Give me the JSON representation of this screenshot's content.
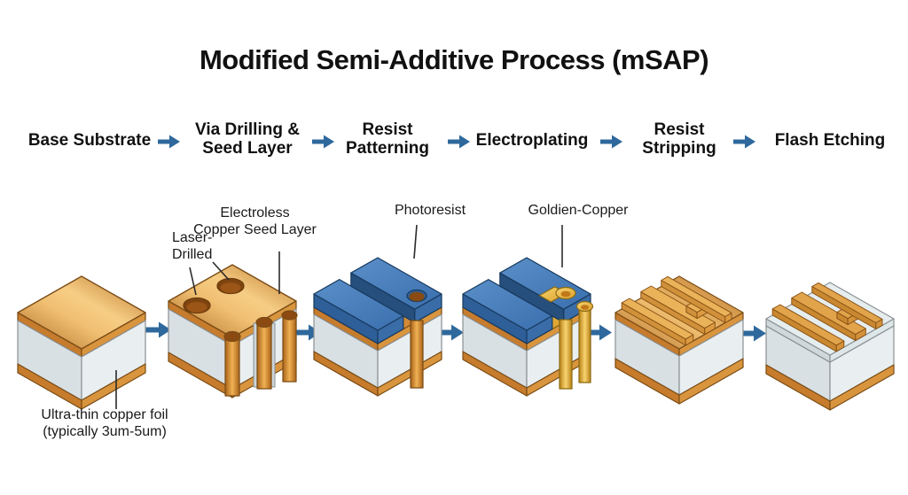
{
  "title": "Modified Semi-Additive Process (mSAP)",
  "steps": [
    "Base Substrate",
    "Via Drilling &\nSeed Layer",
    "Resist\nPatterning",
    "Electroplating",
    "Resist\nStripping",
    "Flash Etching"
  ],
  "annotations": {
    "laser_drilled": "Laser-\nDrilled",
    "seed_layer": "Electroless\nCopper Seed Layer",
    "photoresist": "Photoresist",
    "golden_copper": "Goldien-Copper",
    "copper_foil": "Ultra-thin copper foil\n(typically 3um-5um)"
  },
  "colors": {
    "arrow_blue": "#2e689c",
    "copper": "#d18a35",
    "copper_dark": "#8a4a12",
    "resist_blue": "#3a6fae",
    "gold": "#eebc4a",
    "substrate_gray": "#e2e9eb",
    "text": "#111111"
  },
  "blocks": [
    {
      "name": "base-substrate"
    },
    {
      "name": "via-drilling-seed-layer"
    },
    {
      "name": "resist-patterning"
    },
    {
      "name": "electroplating"
    },
    {
      "name": "resist-stripping"
    },
    {
      "name": "flash-etching"
    }
  ]
}
